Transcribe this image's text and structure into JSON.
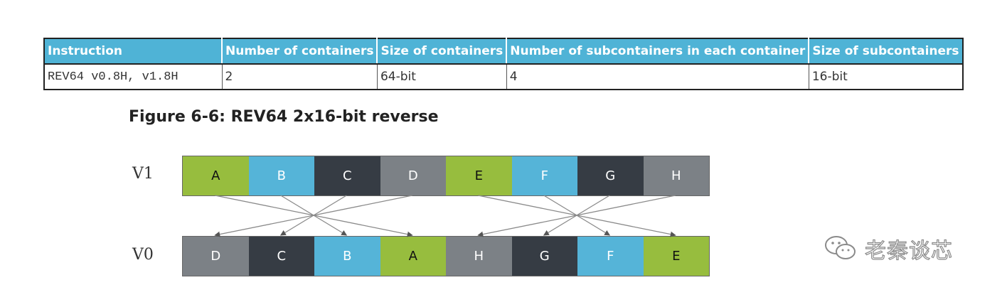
{
  "table": {
    "headers": [
      "Instruction",
      "Number of containers",
      "Size of containers",
      "Number of subcontainers in each container",
      "Size of subcontainers"
    ],
    "rows": [
      [
        "REV64 v0.8H, v1.8H",
        "2",
        "64-bit",
        "4",
        "16-bit"
      ]
    ]
  },
  "figure": {
    "caption": "Figure 6-6: REV64 2x16-bit reverse",
    "source_label": "V1",
    "dest_label": "V0",
    "source_cells": [
      {
        "label": "A",
        "color": "#97bd3e"
      },
      {
        "label": "B",
        "color": "#55b4d8"
      },
      {
        "label": "C",
        "color": "#363c44"
      },
      {
        "label": "D",
        "color": "#7c8186"
      },
      {
        "label": "E",
        "color": "#97bd3e"
      },
      {
        "label": "F",
        "color": "#55b4d8"
      },
      {
        "label": "G",
        "color": "#363c44"
      },
      {
        "label": "H",
        "color": "#7c8186"
      }
    ],
    "dest_cells": [
      {
        "label": "D",
        "color": "#7c8186"
      },
      {
        "label": "C",
        "color": "#363c44"
      },
      {
        "label": "B",
        "color": "#55b4d8"
      },
      {
        "label": "A",
        "color": "#97bd3e"
      },
      {
        "label": "H",
        "color": "#7c8186"
      },
      {
        "label": "G",
        "color": "#363c44"
      },
      {
        "label": "F",
        "color": "#55b4d8"
      },
      {
        "label": "E",
        "color": "#97bd3e"
      }
    ],
    "mapping": [
      3,
      2,
      1,
      0,
      7,
      6,
      5,
      4
    ],
    "arrow_color": "#8a8a8a"
  },
  "watermark": {
    "icon": "wechat-icon",
    "text": "老秦谈芯"
  }
}
